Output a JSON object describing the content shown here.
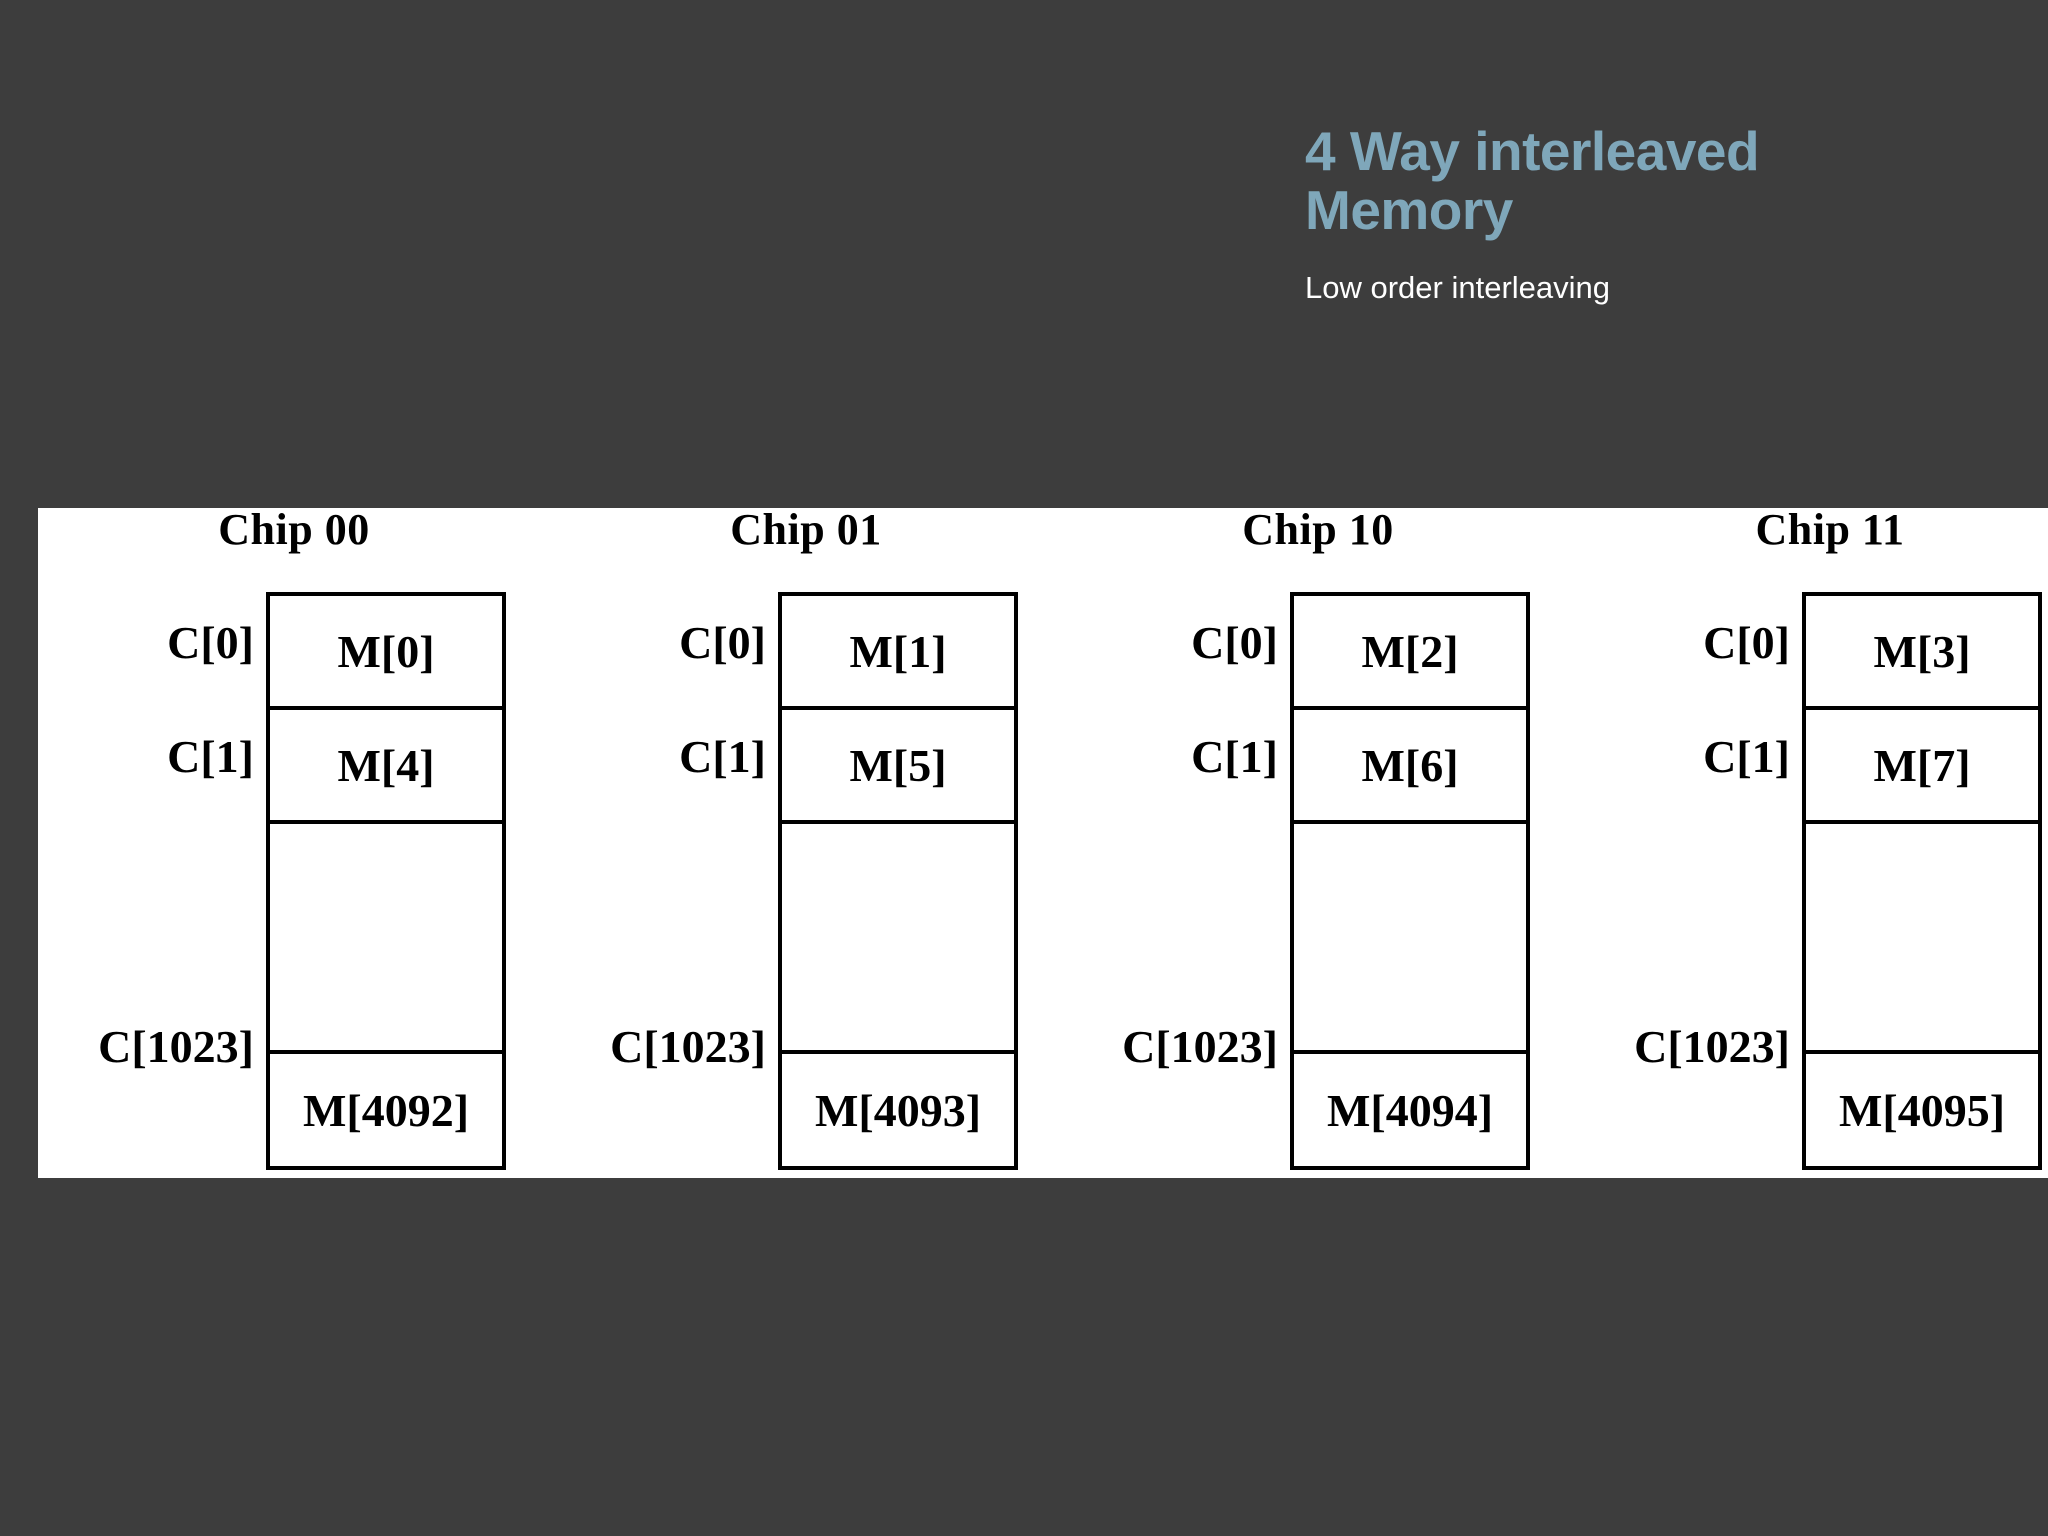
{
  "slide": {
    "background_color": "#3d3d3d",
    "title": "4 Way interleaved Memory",
    "title_color": "#7fa7ba",
    "subtitle": "Low order interleaving",
    "subtitle_color": "#ffffff"
  },
  "diagram": {
    "panel_background": "#ffffff",
    "line_color": "#000000",
    "address_labels": [
      "C[0]",
      "C[1]",
      "",
      "C[1023]"
    ],
    "chips": [
      {
        "title": "Chip 00",
        "addresses": [
          "C[0]",
          "C[1]",
          "",
          "C[1023]"
        ],
        "cells": [
          "M[0]",
          "M[4]",
          "",
          "M[4092]"
        ]
      },
      {
        "title": "Chip 01",
        "addresses": [
          "C[0]",
          "C[1]",
          "",
          "C[1023]"
        ],
        "cells": [
          "M[1]",
          "M[5]",
          "",
          "M[4093]"
        ]
      },
      {
        "title": "Chip 10",
        "addresses": [
          "C[0]",
          "C[1]",
          "",
          "C[1023]"
        ],
        "cells": [
          "M[2]",
          "M[6]",
          "",
          "M[4094]"
        ]
      },
      {
        "title": "Chip 11",
        "addresses": [
          "C[0]",
          "C[1]",
          "",
          "C[1023]"
        ],
        "cells": [
          "M[3]",
          "M[7]",
          "",
          "M[4095]"
        ]
      }
    ]
  }
}
